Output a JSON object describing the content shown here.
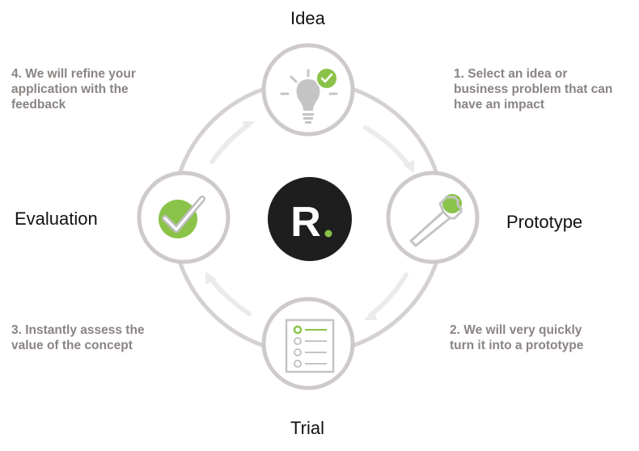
{
  "center_logo": {
    "letter": "R",
    "dot_color": "#8bc34a",
    "bg_color": "#1e1e1e"
  },
  "stages": {
    "idea": "Idea",
    "prototype": "Prototype",
    "trial": "Trial",
    "evaluation": "Evaluation"
  },
  "steps": {
    "step1": [
      "1. Select an idea or",
      "business problem that can",
      "have an impact"
    ],
    "step2": [
      "2. We will very quickly",
      "turn it into a prototype"
    ],
    "step3": [
      "3. Instantly assess the",
      "value of the concept"
    ],
    "step4": [
      "4. We will refine your",
      "application with the",
      "feedback"
    ]
  },
  "colors": {
    "ring": "#cfcaca",
    "ring_fill": "#ffffff",
    "icon_gray": "#c4c4c4",
    "accent_green": "#8bc34a",
    "arrow_gray": "#ebebeb",
    "text_gray": "#8a8482"
  },
  "icons": {
    "idea": "lightbulb-check-icon",
    "prototype": "wrench-icon",
    "trial": "checklist-icon",
    "evaluation": "checkmark-icon"
  }
}
